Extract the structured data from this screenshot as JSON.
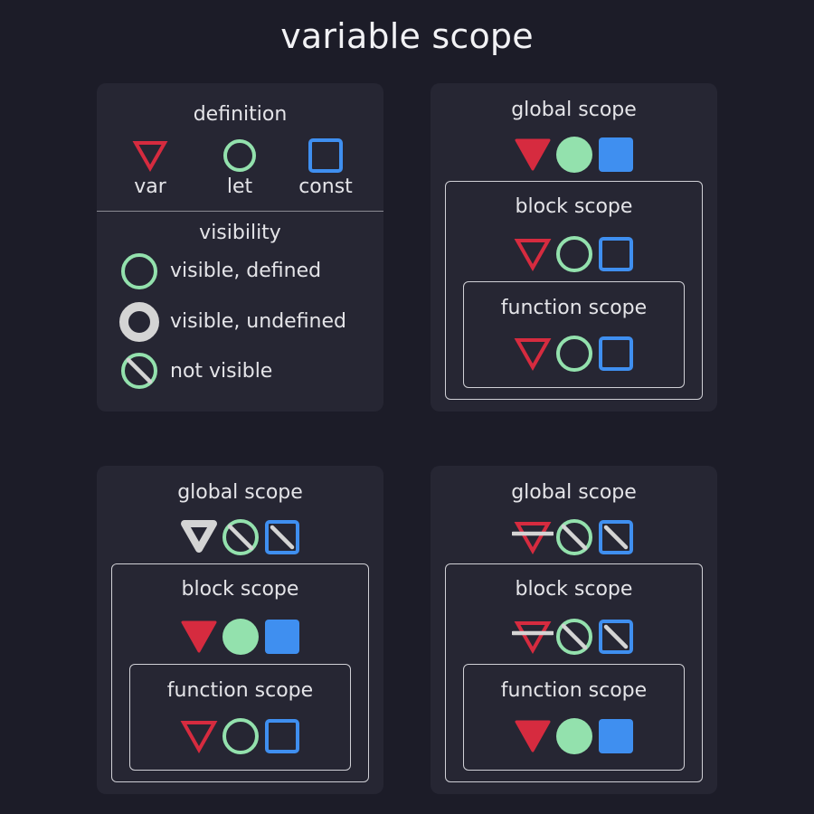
{
  "title": "variable scope",
  "colors": {
    "background": "#1c1c28",
    "card": "#262633",
    "var": "#d62b3f",
    "let": "#93e1ad",
    "const": "#3f8ff0",
    "undefined": "#d4d4d4",
    "strike": "#d4d4d4",
    "border": "#d0d0d6"
  },
  "legend": {
    "definition_title": "definition",
    "var_label": "var",
    "let_label": "let",
    "const_label": "const",
    "visibility_title": "visibility",
    "visible_defined": "visible, defined",
    "visible_undefined": "visible, undefined",
    "not_visible": "not visible"
  },
  "panels": [
    {
      "global_label": "global scope",
      "block_label": "block scope",
      "function_label": "function scope",
      "global_icons": [
        "var-filled",
        "let-filled",
        "const-filled"
      ],
      "block_icons": [
        "var-outline",
        "let-outline",
        "const-outline"
      ],
      "function_icons": [
        "var-outline",
        "let-outline",
        "const-outline"
      ]
    },
    {
      "global_label": "global scope",
      "block_label": "block scope",
      "function_label": "function scope",
      "global_icons": [
        "var-undefined",
        "let-not-visible",
        "const-not-visible"
      ],
      "block_icons": [
        "var-filled",
        "let-filled",
        "const-filled"
      ],
      "function_icons": [
        "var-outline",
        "let-outline",
        "const-outline"
      ]
    },
    {
      "global_label": "global scope",
      "block_label": "block scope",
      "function_label": "function scope",
      "global_icons": [
        "var-not-visible",
        "let-not-visible",
        "const-not-visible"
      ],
      "block_icons": [
        "var-not-visible",
        "let-not-visible",
        "const-not-visible"
      ],
      "function_icons": [
        "var-filled",
        "let-filled",
        "const-filled"
      ]
    }
  ]
}
